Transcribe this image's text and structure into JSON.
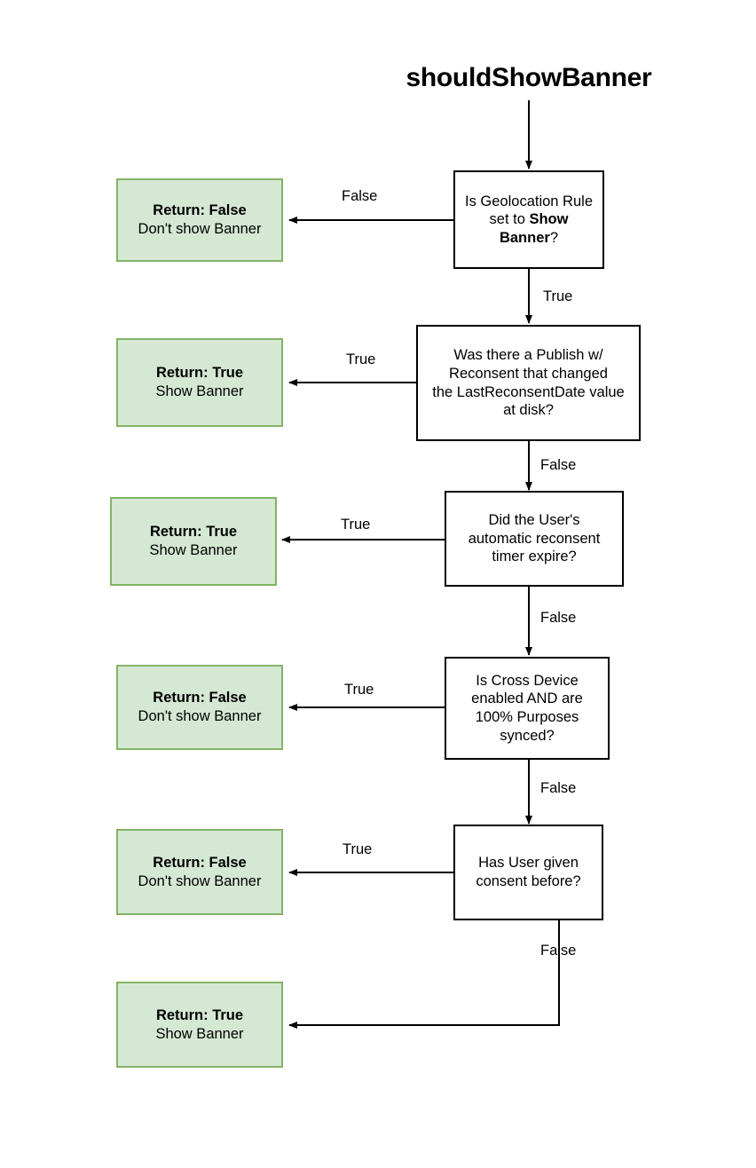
{
  "diagram": {
    "title": "shouldShowBanner",
    "type": "flowchart",
    "colors": {
      "terminal_fill": "#d5e8d4",
      "terminal_stroke": "#82b366",
      "decision_fill": "#ffffff",
      "decision_stroke": "#000000",
      "edge_stroke": "#000000"
    }
  },
  "decisions": [
    {
      "id": "geolocation-rule",
      "line1": "Is Geolocation Rule",
      "line2_pre": "set to ",
      "line2_bold": "Show",
      "line3_bold": "Banner",
      "line3_post": "?"
    },
    {
      "id": "publish-reconsent",
      "line1": "Was there a Publish w/",
      "line2": "Reconsent that changed",
      "line3": "the LastReconsentDate value",
      "line4": "at disk?"
    },
    {
      "id": "reconsent-timer",
      "line1": "Did the User's",
      "line2": "automatic reconsent",
      "line3": "timer expire?"
    },
    {
      "id": "cross-device-sync",
      "line1": "Is Cross Device",
      "line2": "enabled AND are",
      "line3": "100% Purposes",
      "line4": "synced?"
    },
    {
      "id": "prior-consent",
      "line1": "Has User given",
      "line2": "consent before?"
    }
  ],
  "terminals": [
    {
      "id": "return-false-1",
      "title": "Return: False",
      "subtitle": "Don't show Banner"
    },
    {
      "id": "return-true-1",
      "title": "Return: True",
      "subtitle": "Show Banner"
    },
    {
      "id": "return-true-2",
      "title": "Return: True",
      "subtitle": "Show Banner"
    },
    {
      "id": "return-false-2",
      "title": "Return: False",
      "subtitle": "Don't show Banner"
    },
    {
      "id": "return-false-3",
      "title": "Return: False",
      "subtitle": "Don't show Banner"
    },
    {
      "id": "return-true-3",
      "title": "Return: True",
      "subtitle": "Show Banner"
    }
  ],
  "edge_labels": {
    "h1": "False",
    "h2": "True",
    "h3": "True",
    "h4": "True",
    "h5": "True",
    "v1": "True",
    "v2": "False",
    "v3": "False",
    "v4": "False",
    "v5": "False"
  }
}
